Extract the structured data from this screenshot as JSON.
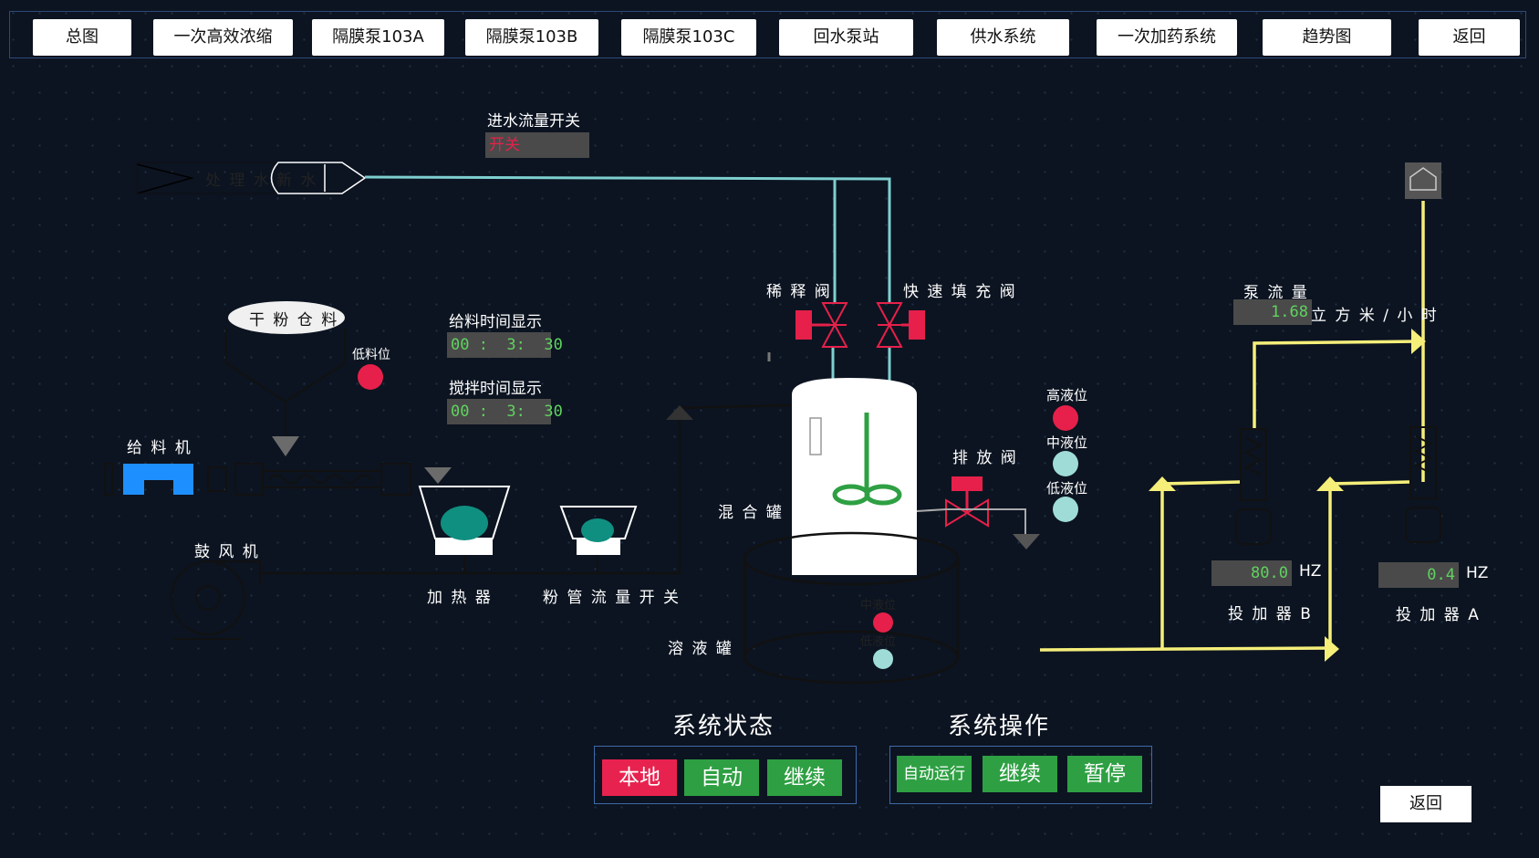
{
  "nav": [
    "总图",
    "一次高效浓缩",
    "隔膜泵103A",
    "隔膜泵103B",
    "隔膜泵103C",
    "回水泵站",
    "供水系统",
    "一次加药系统",
    "趋势图",
    "返回"
  ],
  "inlet": {
    "source_label": "处 理 水",
    "fresh_label": "新 水"
  },
  "water_switch": {
    "title": "进水流量开关",
    "value": "开关"
  },
  "powder_bin": {
    "label": "干 粉 仓 料",
    "low_level": "低料位"
  },
  "feed_time": {
    "title": "给料时间显示",
    "value": "00 :  3:  30"
  },
  "stir_time": {
    "title": "搅拌时间显示",
    "value": "00 :  3:  30"
  },
  "feeder": {
    "label": "给 料 机"
  },
  "blower": {
    "label": "鼓 风 机"
  },
  "heater": {
    "label": "加 热 器"
  },
  "powder_flow": {
    "label": "粉 管 流 量 开 关"
  },
  "valves": {
    "dilute": "稀 释 阀",
    "fast_fill": "快 速 填 充 阀",
    "drain": "排 放 阀"
  },
  "mix_tank": {
    "label": "混 合 罐"
  },
  "solution_tank": {
    "label": "溶 液 罐",
    "mid_level": "中液位",
    "low_level": "低液位"
  },
  "level_indicators": {
    "high": "高液位",
    "mid": "中液位",
    "low": "低液位"
  },
  "pump_flow": {
    "title": "泵 流 量",
    "value": "1.68",
    "unit": "立 方 米 / 小 时"
  },
  "doser_b": {
    "label": "投 加 器 B",
    "freq": "80.0",
    "unit": "HZ"
  },
  "doser_a": {
    "label": "投 加 器 A",
    "freq": "0.4",
    "unit": "HZ"
  },
  "system_status": {
    "title": "系统状态",
    "buttons": [
      "本地",
      "自动",
      "继续"
    ]
  },
  "system_ops": {
    "title": "系统操作",
    "buttons": [
      "自动运行",
      "继续",
      "暂停"
    ]
  },
  "back_button": "返回",
  "colors": {
    "background": "#0c1421",
    "pipe_water": "#7ecfd0",
    "pipe_dosing": "#f5ef7a",
    "valve_red": "#e6204a",
    "indicator_red": "#e6204a",
    "indicator_teal": "#9fdcd8",
    "btn_red": "#e8224f",
    "btn_green": "#2ea043",
    "feeder_blue": "#1e8fff"
  }
}
